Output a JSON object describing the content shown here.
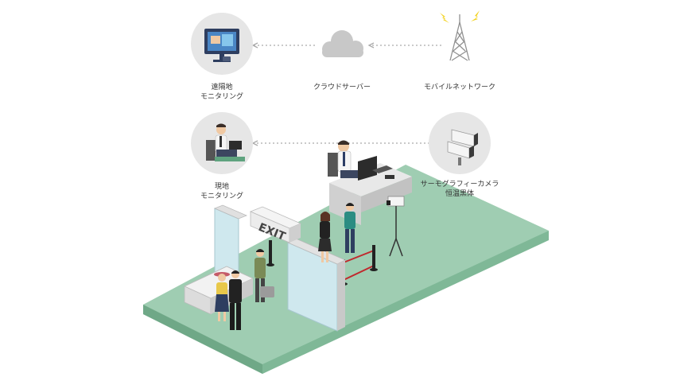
{
  "labels": {
    "remote_monitoring": [
      "遠隔地",
      "モニタリング"
    ],
    "cloud_server": "クラウドサーバー",
    "mobile_network": "モバイルネットワーク",
    "local_monitoring": [
      "現地",
      "モニタリング"
    ],
    "thermal_camera": [
      "サーモグラフィーカメラ",
      "恒温黒体"
    ],
    "exit_sign": "EXIT"
  },
  "colors": {
    "floor": "#9fcdb2",
    "floor_edge": "#6fa887",
    "circle_bg": "#e6e6e6",
    "dotted_line": "#aaaaaa",
    "glass": "#cfe8ee",
    "lightning": "#f3d21c"
  },
  "icons": [
    "monitor-icon",
    "cloud-icon",
    "antenna-tower-icon",
    "operator-icon",
    "thermal-camera-icon"
  ]
}
